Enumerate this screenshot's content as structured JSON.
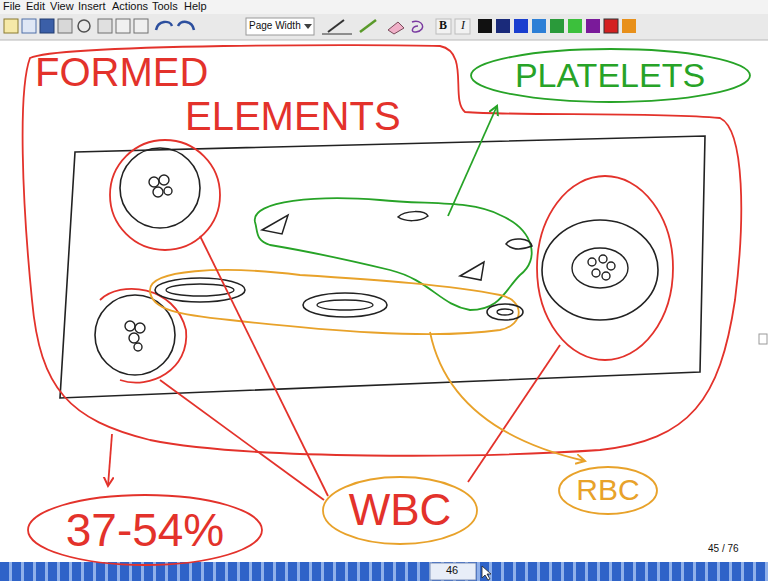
{
  "diagram": {
    "title": "FORMED ELEMENTS",
    "nodes": [
      {
        "text": [
          "PLATELETS"
        ]
      },
      {
        "text": [
          "37-54%"
        ]
      },
      {
        "text": [
          "WBC"
        ]
      },
      {
        "text": [
          "RBC"
        ]
      }
    ],
    "labels": [
      "File",
      "Edit",
      "View",
      "Insert",
      "Actions",
      "Tools",
      "Help",
      "Page Width",
      "B",
      "I",
      "45 / 76",
      "46"
    ]
  }
}
